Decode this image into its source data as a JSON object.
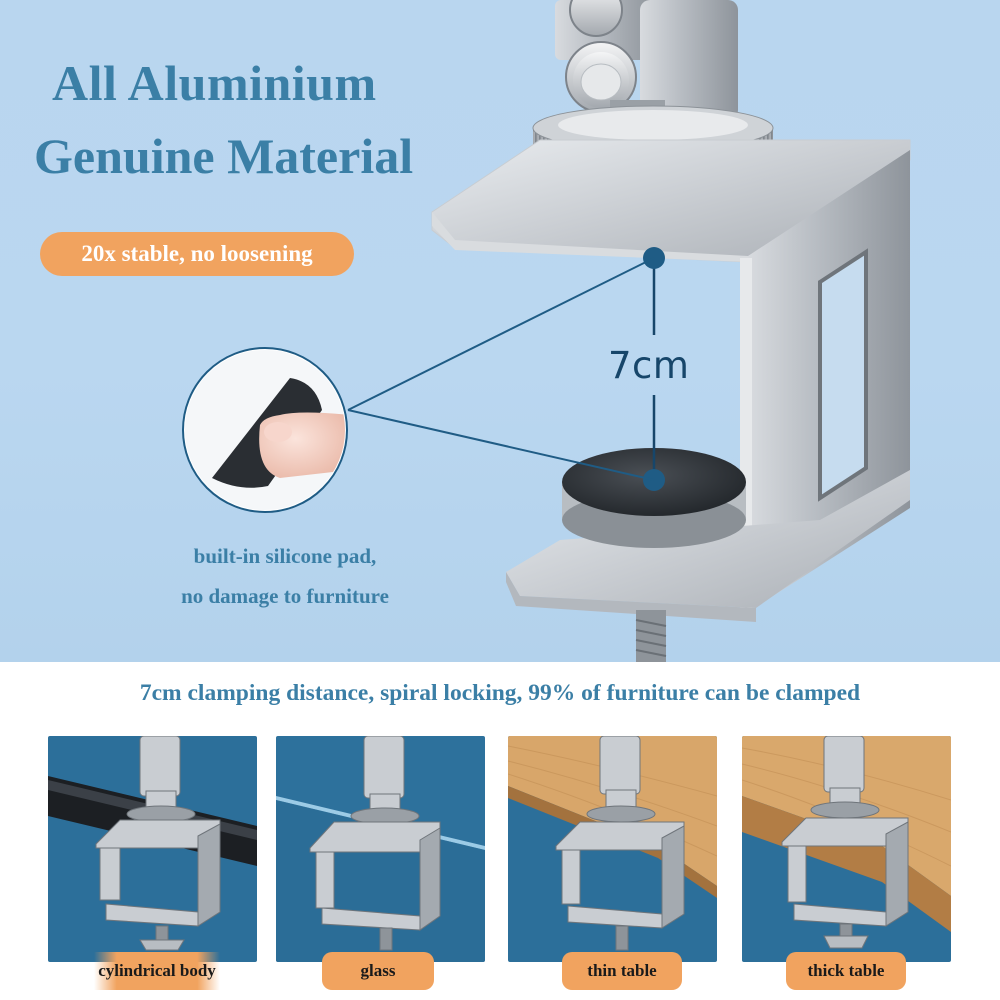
{
  "hero": {
    "headline_line1": "All  Aluminium",
    "headline_line2": "Genuine Material",
    "stability_badge": "20x stable, no loosening",
    "clamp_opening": "7cm",
    "pad_caption_line1": "built-in silicone pad,",
    "pad_caption_line2": "no damage to furniture"
  },
  "features": {
    "headline": "7cm clamping distance, spiral locking, 99% of furniture can be clamped",
    "cards": [
      {
        "label": "cylindrical body",
        "scene": "black-pipe"
      },
      {
        "label": "glass",
        "scene": "glass-pane"
      },
      {
        "label": "thin table",
        "scene": "thin-wood-tabletop"
      },
      {
        "label": "thick table",
        "scene": "thick-wood-tabletop"
      }
    ]
  },
  "colors": {
    "hero_background": "#bad7f0",
    "heading_blue": "#3b7fa6",
    "accent_orange": "#f1a35f",
    "dimension_navy": "#17466a",
    "card_blue": "#2c6f9a"
  }
}
